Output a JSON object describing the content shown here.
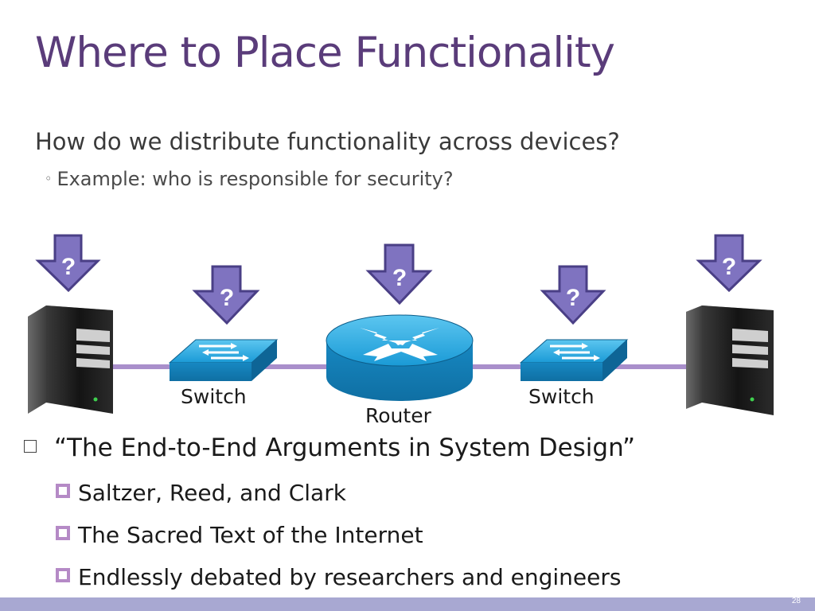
{
  "slide": {
    "title": "Where to Place Functionality",
    "question": "How do we distribute functionality across devices?",
    "sub_question": "Example: who is responsible for security?",
    "sub_bullet_glyph": "◦"
  },
  "diagram": {
    "question_mark": "?",
    "labels": {
      "switch_left": "Switch",
      "router": "Router",
      "switch_right": "Switch"
    },
    "colors": {
      "link": "#a98fcb",
      "arrow_fill": "#7f73c0",
      "arrow_stroke": "#4a3f86",
      "device_blue": "#1fa0db",
      "server_dark": "#1b1b1b"
    },
    "icons": [
      "server-icon",
      "switch-icon",
      "router-icon",
      "down-arrow-icon"
    ]
  },
  "bullets": {
    "main": "“The End-to-End Arguments in System Design”",
    "items": [
      "Saltzer, Reed, and Clark",
      "The Sacred Text of the Internet",
      "Endlessly debated by researchers and engineers"
    ]
  },
  "footer": {
    "page_number": "28"
  }
}
